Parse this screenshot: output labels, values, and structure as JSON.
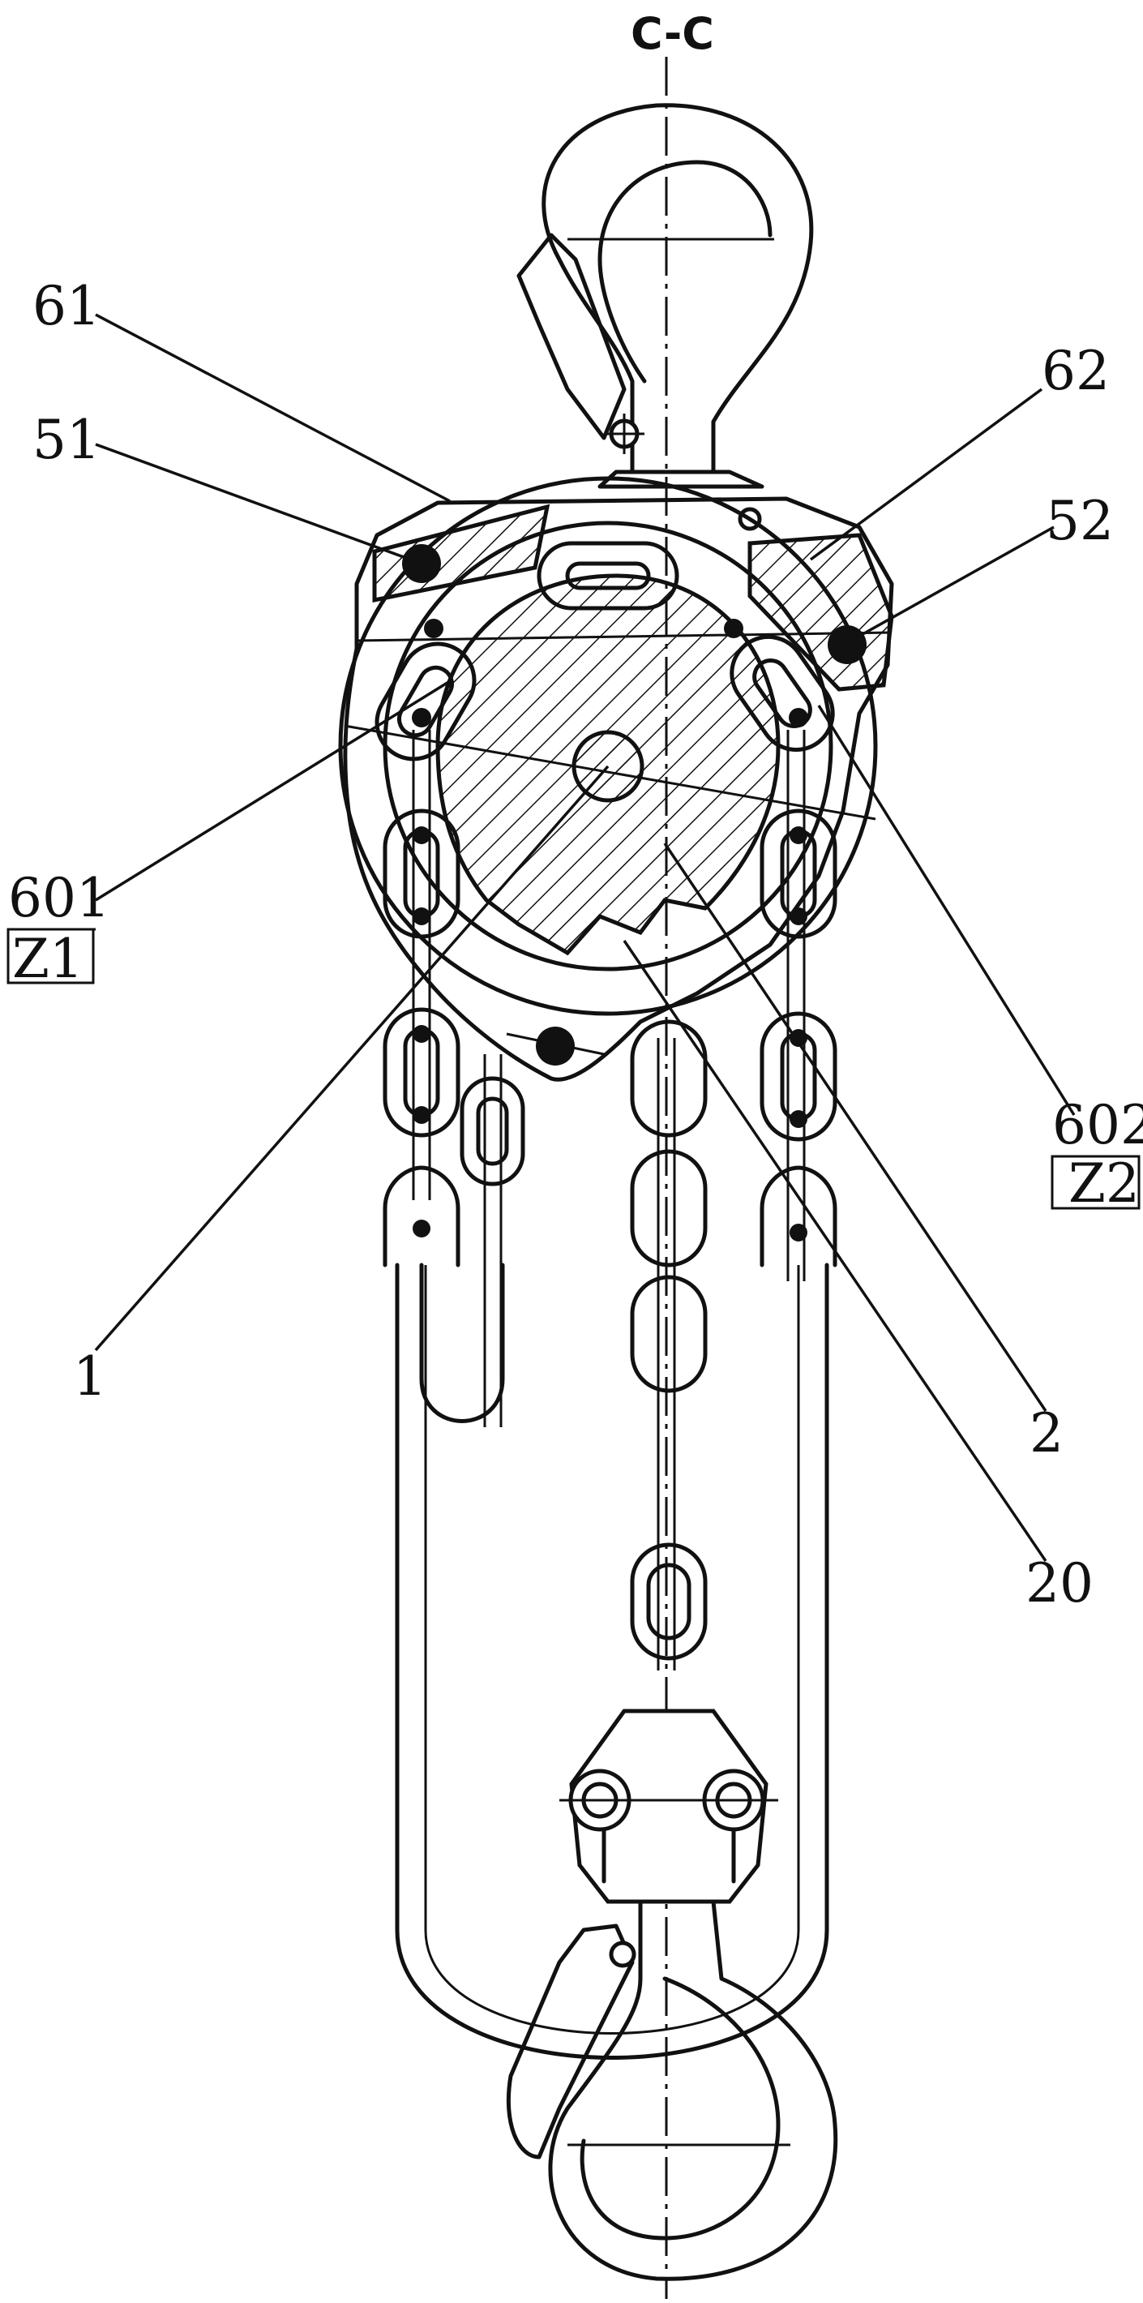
{
  "section_label": "C-C",
  "labels": {
    "l61": "61",
    "l51": "51",
    "l62": "62",
    "l52": "52",
    "l601": "601",
    "lz1": "Z1",
    "l602": "602",
    "lz2": "Z2",
    "l1": "1",
    "l2": "2",
    "l20": "20"
  }
}
